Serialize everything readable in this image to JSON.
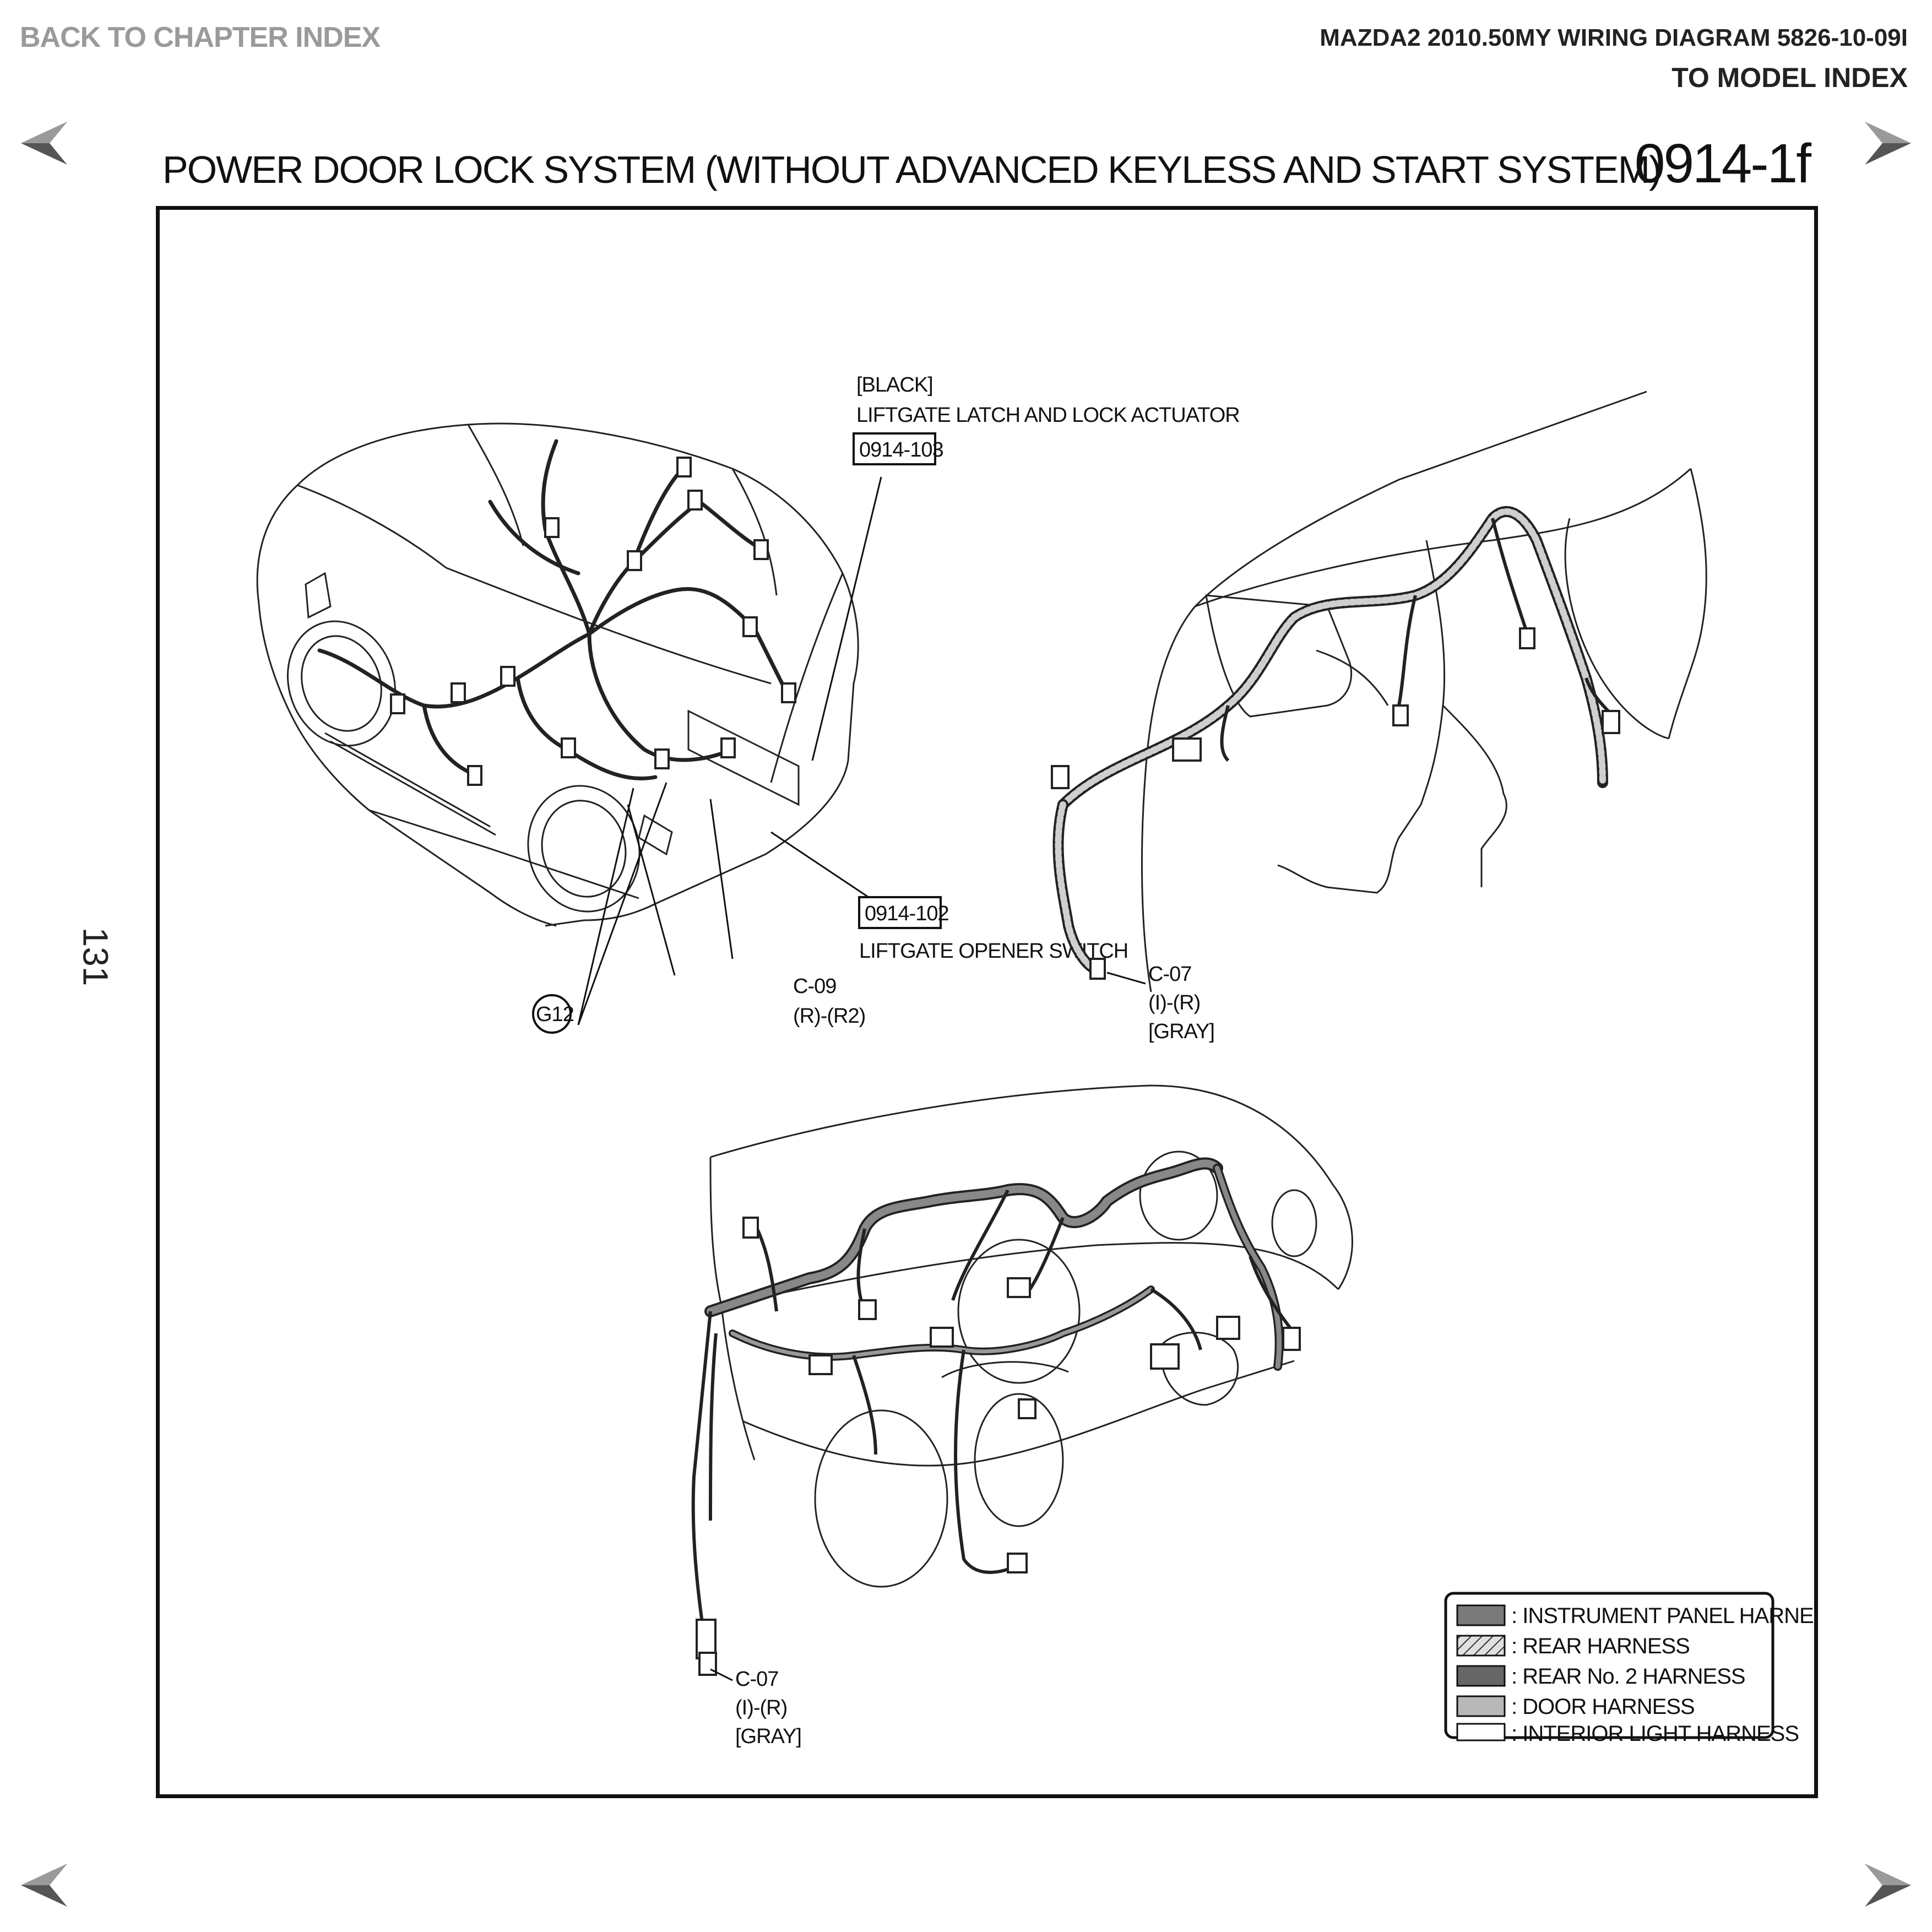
{
  "header": {
    "back_link": "BACK TO CHAPTER INDEX",
    "doc_ref": "MAZDA2 2010.50MY WIRING DIAGRAM 5826-10-09I",
    "model_link": "TO MODEL INDEX"
  },
  "title": "POWER DOOR LOCK SYSTEM (WITHOUT ADVANCED KEYLESS AND START SYSTEM)",
  "diagram_code": "0914-1f",
  "page_number": "131",
  "callouts": {
    "liftgate_actuator_color": "[BLACK]",
    "liftgate_actuator_name": "LIFTGATE LATCH AND LOCK ACTUATOR",
    "liftgate_actuator_code": "0914-103",
    "liftgate_switch_code": "0914-102",
    "liftgate_switch_name": "LIFTGATE OPENER SWITCH",
    "ground": "G12",
    "c09_name": "C-09",
    "c09_pins": "(R)-(R2)",
    "c07_top_name": "C-07",
    "c07_top_pins": "(I)-(R)",
    "c07_top_color": "[GRAY]",
    "c07_bottom_name": "C-07",
    "c07_bottom_pins": "(I)-(R)",
    "c07_bottom_color": "[GRAY]"
  },
  "legend": [
    {
      "label": ": INSTRUMENT PANEL HARNESS",
      "swatch": "#7a7a7a",
      "pattern": "solid"
    },
    {
      "label": ": REAR HARNESS",
      "swatch": "#bbbbbb",
      "pattern": "hatched"
    },
    {
      "label": ": REAR No. 2 HARNESS",
      "swatch": "#666666",
      "pattern": "solid"
    },
    {
      "label": ": DOOR HARNESS",
      "swatch": "#b8b8b8",
      "pattern": "solid"
    },
    {
      "label": ": INTERIOR LIGHT HARNESS",
      "swatch": "#ffffff",
      "pattern": "solid"
    }
  ],
  "colors": {
    "ink": "#111111",
    "link_gray": "#9a9a9a"
  }
}
